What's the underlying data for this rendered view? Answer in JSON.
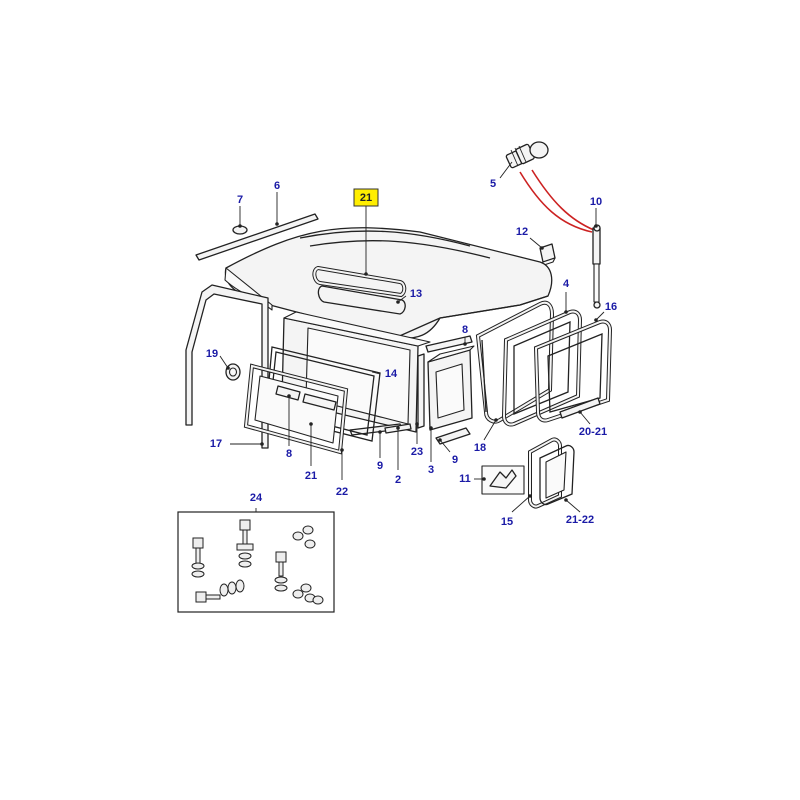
{
  "colors": {
    "callout_text": "#1a1aa6",
    "highlight_fill": "#ffee00",
    "highlight_border": "#333333",
    "cable": "#cc2222",
    "line": "#222222"
  },
  "callouts": [
    {
      "id": "c5",
      "label": "5"
    },
    {
      "id": "c6",
      "label": "6"
    },
    {
      "id": "c7",
      "label": "7"
    },
    {
      "id": "c21top",
      "label": "21",
      "highlighted": true
    },
    {
      "id": "c10",
      "label": "10"
    },
    {
      "id": "c12",
      "label": "12"
    },
    {
      "id": "c13",
      "label": "13"
    },
    {
      "id": "c4",
      "label": "4"
    },
    {
      "id": "c16",
      "label": "16"
    },
    {
      "id": "c8top",
      "label": "8"
    },
    {
      "id": "c19",
      "label": "19"
    },
    {
      "id": "c14",
      "label": "14"
    },
    {
      "id": "c17",
      "label": "17"
    },
    {
      "id": "c8",
      "label": "8"
    },
    {
      "id": "c21",
      "label": "21"
    },
    {
      "id": "c22",
      "label": "22"
    },
    {
      "id": "c9",
      "label": "9"
    },
    {
      "id": "c2",
      "label": "2"
    },
    {
      "id": "c23",
      "label": "23"
    },
    {
      "id": "c3",
      "label": "3"
    },
    {
      "id": "c9b",
      "label": "9"
    },
    {
      "id": "c18",
      "label": "18"
    },
    {
      "id": "c2021",
      "label": "20-21"
    },
    {
      "id": "c11",
      "label": "11"
    },
    {
      "id": "c15",
      "label": "15"
    },
    {
      "id": "c2122",
      "label": "21-22"
    },
    {
      "id": "c24",
      "label": "24"
    }
  ]
}
